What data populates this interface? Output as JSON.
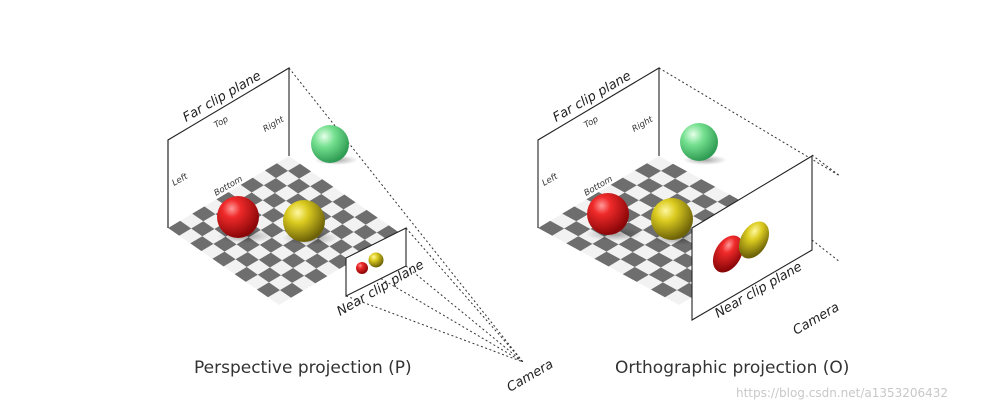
{
  "perspective": {
    "caption": "Perspective projection (P)",
    "far_clip_label": "Far clip plane",
    "near_clip_label": "Near clip plane",
    "top_label": "Top",
    "right_label": "Right",
    "left_label": "Left",
    "bottom_label": "Bottom",
    "camera_label": "Camera"
  },
  "orthographic": {
    "caption": "Orthographic projection (O)",
    "far_clip_label": "Far clip plane",
    "near_clip_label": "Near clip plane",
    "top_label": "Top",
    "right_label": "Right",
    "left_label": "Left",
    "bottom_label": "Bottom",
    "camera_label": "Camera"
  },
  "watermark": "https://blog.csdn.net/a1353206432",
  "colors": {
    "red_sphere": "#e0141c",
    "yellow_sphere": "#d8c81a",
    "green_sphere": "#6cdc8c",
    "checker_dark": "#6e6e6e",
    "checker_light": "#f2f2f2",
    "outline": "#222222"
  }
}
